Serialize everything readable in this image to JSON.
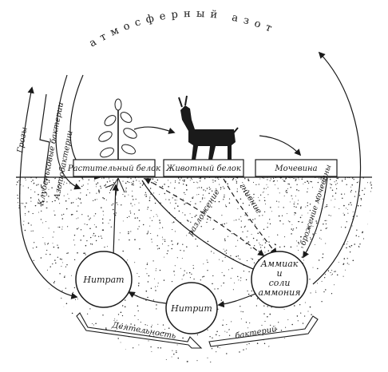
{
  "title": "атмосферный азот",
  "boxes": {
    "plant_protein": "Растительный белок",
    "animal_protein": "Животный белок",
    "urine": "Мочевина"
  },
  "nodes": {
    "nitrate": "Нитрат",
    "nitrite": "Нитрит",
    "ammonia": [
      "Аммиак",
      "и",
      "соли",
      "аммония"
    ]
  },
  "labels": {
    "storms": "Грозы",
    "nodule_bacteria": "Клубеньковые бактерии",
    "azotobacteria": "Азотобактерии",
    "decomposition": "разложение",
    "rotting": "гниение",
    "fermentation": "брожение мочевины",
    "activity": "Деятельность",
    "bacteria": "бактерий"
  },
  "colors": {
    "ink": "#1a1a1a",
    "soil": "#2a2a2a",
    "paper": "#ffffff"
  },
  "icons": [
    "plant-icon",
    "goat-icon"
  ]
}
